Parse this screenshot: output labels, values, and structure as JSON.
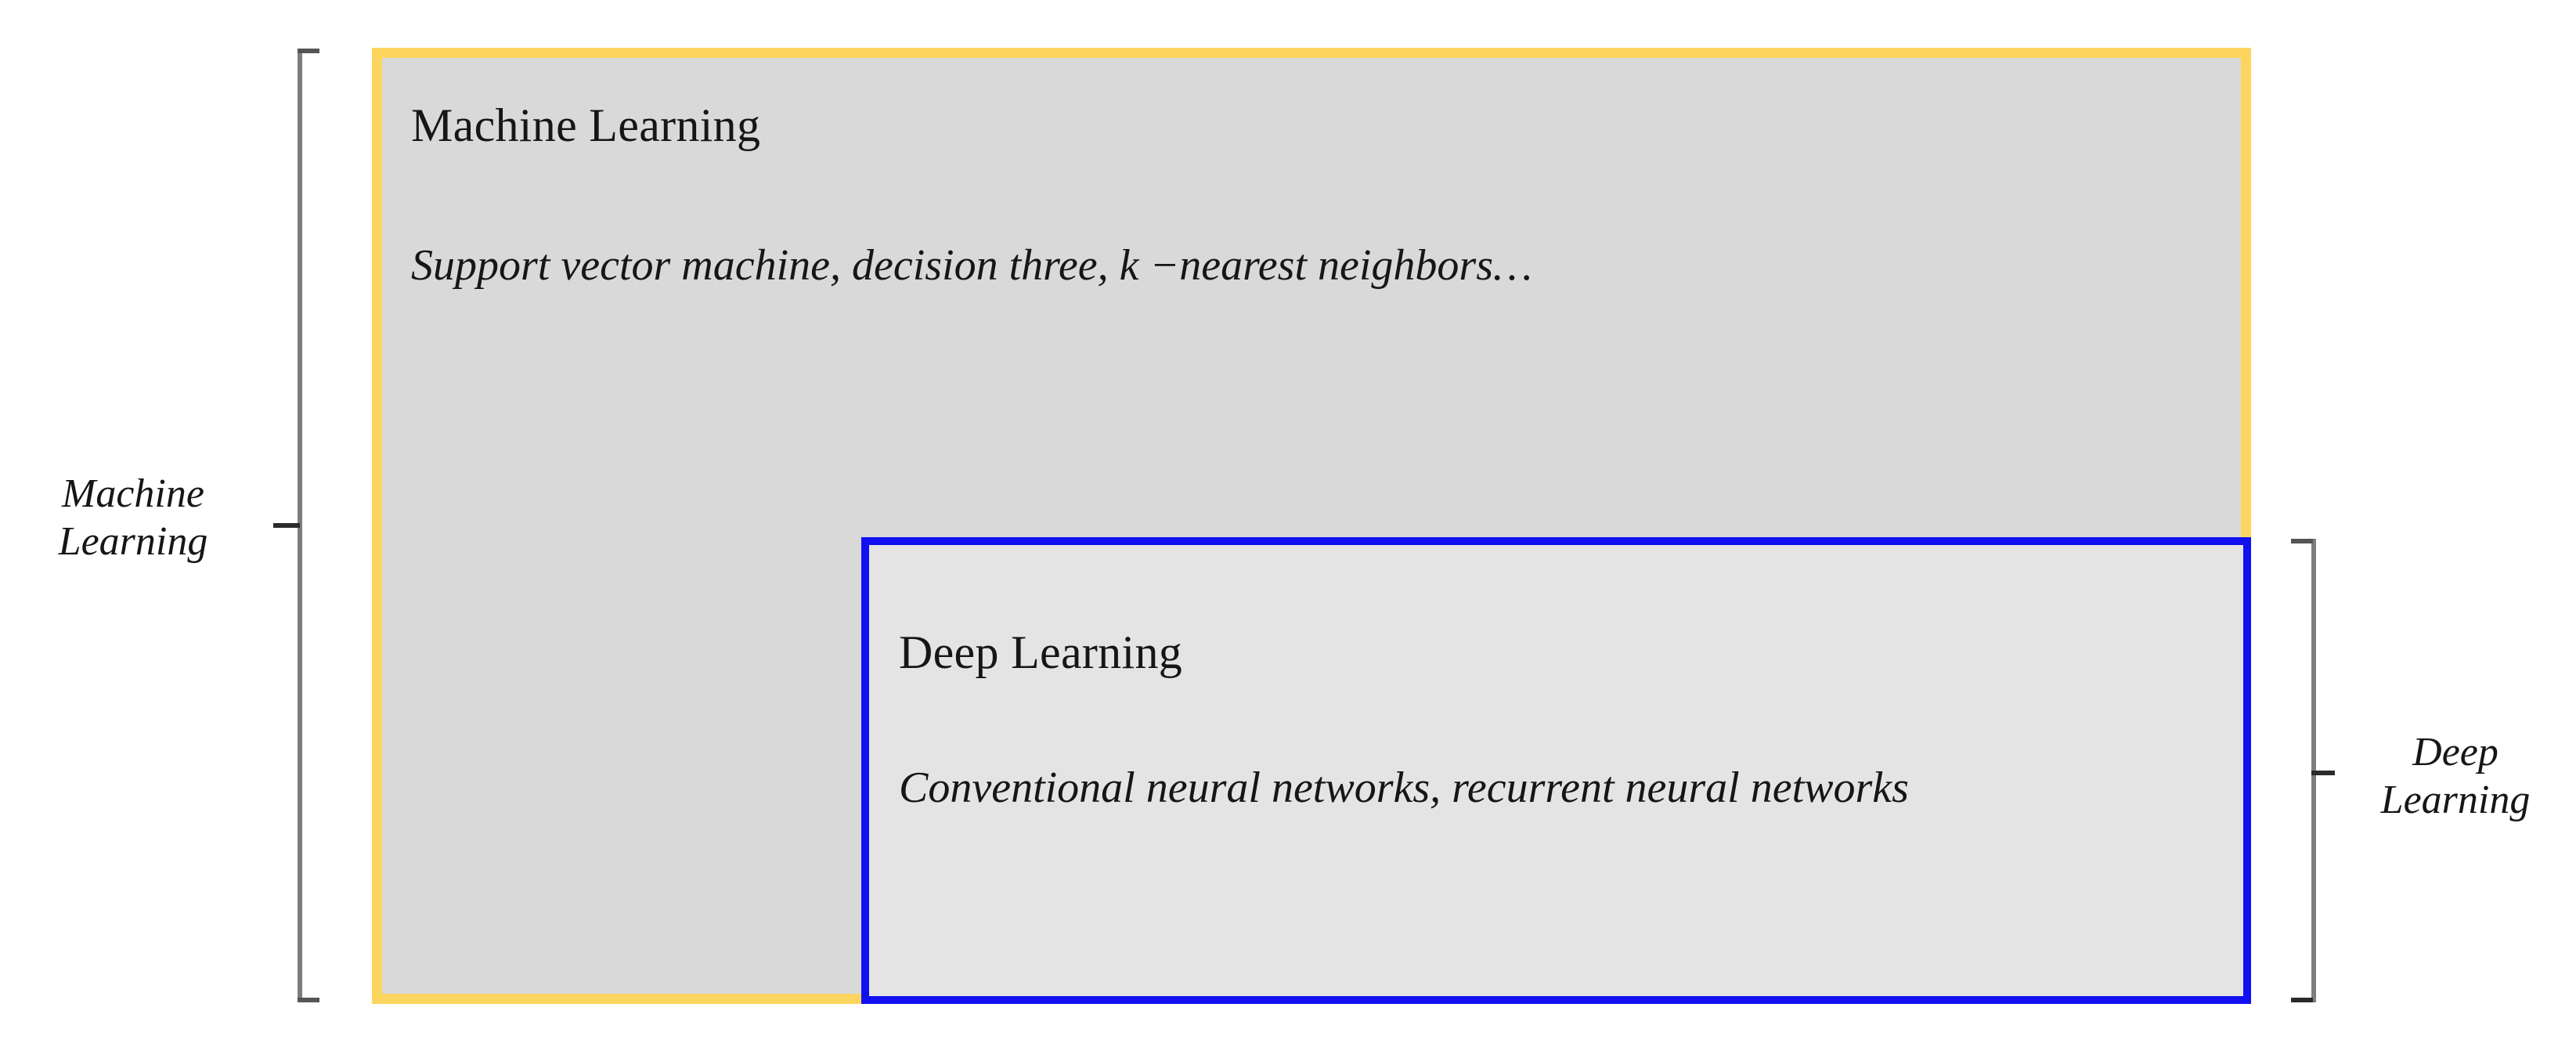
{
  "diagram": {
    "type": "nested-set-diagram",
    "title_semantic": "Machine Learning contains Deep Learning",
    "background_color": "#ffffff"
  },
  "outer_box": {
    "name": "machine-learning",
    "title": "Machine Learning",
    "subtitle": "Support vector machine, decision three, k −nearest neighbors…",
    "border_color": "#fcd55f",
    "fill_color": "#d9d9d9"
  },
  "inner_box": {
    "name": "deep-learning",
    "title": "Deep Learning",
    "subtitle": "Conventional neural networks, recurrent neural networks",
    "border_color": "#1010f0",
    "fill_color": "#e4e4e4"
  },
  "brackets": {
    "left": {
      "name": "machine-learning-bracket",
      "label_lines": [
        "Machine",
        "Learning"
      ],
      "color": "#7d7d7d"
    },
    "right": {
      "name": "deep-learning-bracket",
      "label_lines": [
        "Deep",
        "Learning"
      ],
      "color": "#7d7d7d"
    }
  }
}
